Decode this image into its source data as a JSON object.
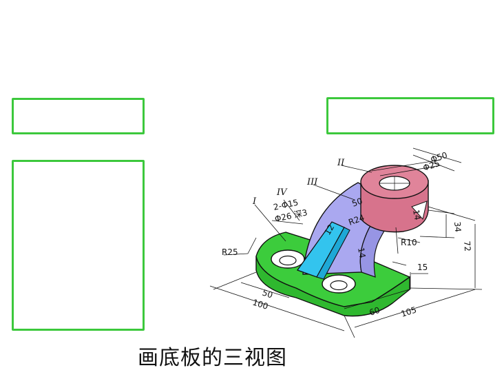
{
  "caption": "画底板的三视图",
  "parts": {
    "I": "I",
    "II": "II",
    "III": "III",
    "IV": "IV"
  },
  "dimensions": {
    "phi50": "Φ50",
    "phi25": "Φ25",
    "d50_arc": "50",
    "r24": "R24",
    "d14_top": "14",
    "d14_mid": "14",
    "d12": "12",
    "d34": "34",
    "d72": "72",
    "r10": "R10",
    "d15": "15",
    "r25": "R25",
    "d50_base": "50",
    "d100": "100",
    "d60": "60",
    "d105": "105",
    "holes_top": "2-Φ15",
    "holes_bottom": "Φ26 深3"
  },
  "colors": {
    "frame": "#3cc83c",
    "base": "#3ccc3c",
    "arm": "#aaa8f0",
    "cylinder": "#e0849a",
    "rib": "#33c4ee"
  }
}
